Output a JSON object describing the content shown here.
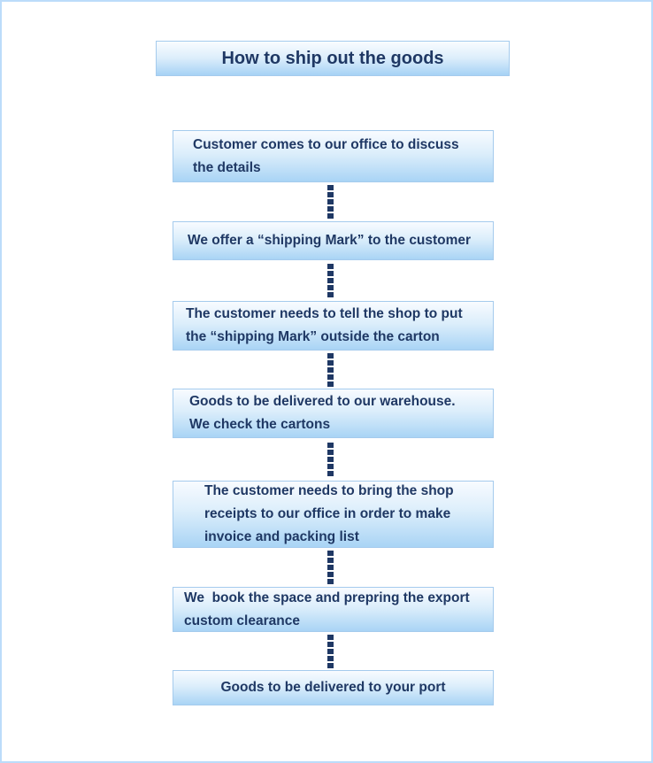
{
  "title": {
    "text": "How to ship out the goods"
  },
  "steps": [
    {
      "text": "Customer comes to our office to discuss\nthe details"
    },
    {
      "text": "We offer a “shipping Mark” to the customer"
    },
    {
      "text": "The customer needs to tell the shop to put\nthe “shipping Mark” outside the carton"
    },
    {
      "text": "Goods to be delivered to our warehouse.\nWe check the cartons"
    },
    {
      "text": "The customer needs to bring the shop\nreceipts to our office in order to make\ninvoice and packing list"
    },
    {
      "text": "We  book the space and prepring the export\ncustom clearance"
    },
    {
      "text": "Goods to be delivered to your port"
    }
  ],
  "connectors": {
    "count": 6,
    "dots_per_connector": 5
  },
  "colors": {
    "text": "#1f3864",
    "box_border": "#a5cbed",
    "box_gradient_top": "#f8fbff",
    "box_gradient_bottom": "#a9d4f5",
    "page_border": "#bcdcfa",
    "connector_dot": "#1f3864",
    "background": "#ffffff"
  }
}
